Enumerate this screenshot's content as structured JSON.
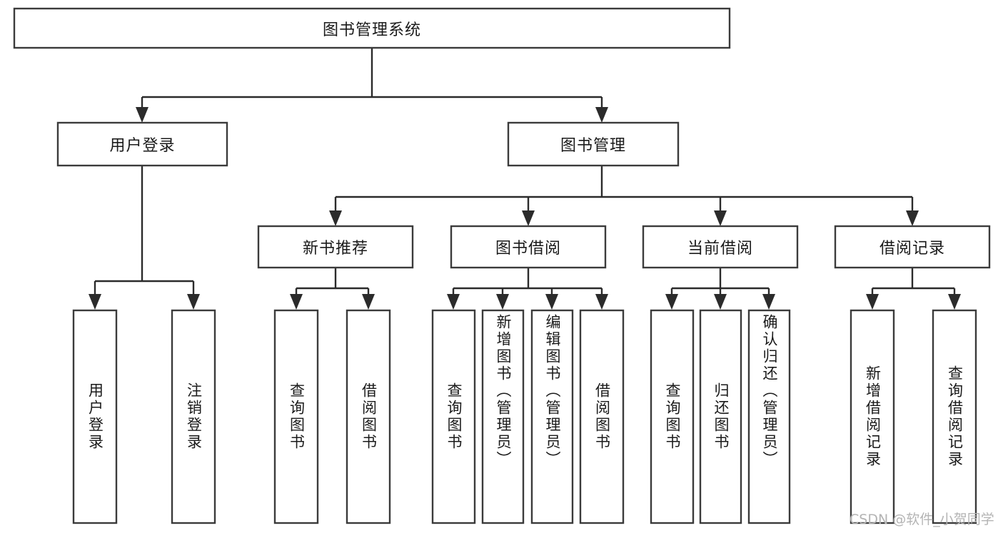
{
  "diagram": {
    "type": "tree-hierarchy",
    "title_text": "图书管理系统",
    "orientation": "top-down",
    "colors": {
      "box_stroke": "#3b3b3b",
      "connector": "#2b2b2b",
      "text": "#1a1a1a",
      "background": "#ffffff",
      "watermark": "#b4b4b4"
    }
  },
  "root": {
    "id": "root",
    "label": "图书管理系统",
    "text_orientation": "horizontal"
  },
  "level2": [
    {
      "id": "user-login",
      "label": "用户登录",
      "text_orientation": "horizontal"
    },
    {
      "id": "book-manage",
      "label": "图书管理",
      "text_orientation": "horizontal"
    }
  ],
  "level3": [
    {
      "id": "new-book-rec",
      "label": "新书推荐",
      "text_orientation": "horizontal",
      "parent": "book-manage"
    },
    {
      "id": "book-borrow",
      "label": "图书借阅",
      "text_orientation": "horizontal",
      "parent": "book-manage"
    },
    {
      "id": "current-borrow",
      "label": "当前借阅",
      "text_orientation": "horizontal",
      "parent": "book-manage"
    },
    {
      "id": "borrow-record",
      "label": "借阅记录",
      "text_orientation": "horizontal",
      "parent": "book-manage"
    }
  ],
  "leaves": [
    {
      "id": "leaf-user-login",
      "label": "用户登录",
      "parent": "user-login",
      "text_orientation": "vertical"
    },
    {
      "id": "leaf-logout-login",
      "label": "注销登录",
      "parent": "user-login",
      "text_orientation": "vertical"
    },
    {
      "id": "leaf-query-book-1",
      "label": "查询图书",
      "parent": "new-book-rec",
      "text_orientation": "vertical"
    },
    {
      "id": "leaf-borrow-book-1",
      "label": "借阅图书",
      "parent": "new-book-rec",
      "text_orientation": "vertical"
    },
    {
      "id": "leaf-query-book-2",
      "label": "查询图书",
      "parent": "book-borrow",
      "text_orientation": "vertical"
    },
    {
      "id": "leaf-add-book",
      "label": "新增图书（管理员）",
      "parent": "book-borrow",
      "text_orientation": "vertical"
    },
    {
      "id": "leaf-edit-book",
      "label": "编辑图书（管理员）",
      "parent": "book-borrow",
      "text_orientation": "vertical"
    },
    {
      "id": "leaf-borrow-book-2",
      "label": "借阅图书",
      "parent": "book-borrow",
      "text_orientation": "vertical"
    },
    {
      "id": "leaf-query-book-3",
      "label": "查询图书",
      "parent": "current-borrow",
      "text_orientation": "vertical"
    },
    {
      "id": "leaf-return-book",
      "label": "归还图书",
      "parent": "current-borrow",
      "text_orientation": "vertical"
    },
    {
      "id": "leaf-confirm-return",
      "label": "确认归还（管理员）",
      "parent": "current-borrow",
      "text_orientation": "vertical"
    },
    {
      "id": "leaf-add-record",
      "label": "新增借阅记录",
      "parent": "borrow-record",
      "text_orientation": "vertical"
    },
    {
      "id": "leaf-query-record",
      "label": "查询借阅记录",
      "parent": "borrow-record",
      "text_orientation": "vertical"
    }
  ],
  "watermark": {
    "text": "CSDN @软件_小贺同学"
  }
}
